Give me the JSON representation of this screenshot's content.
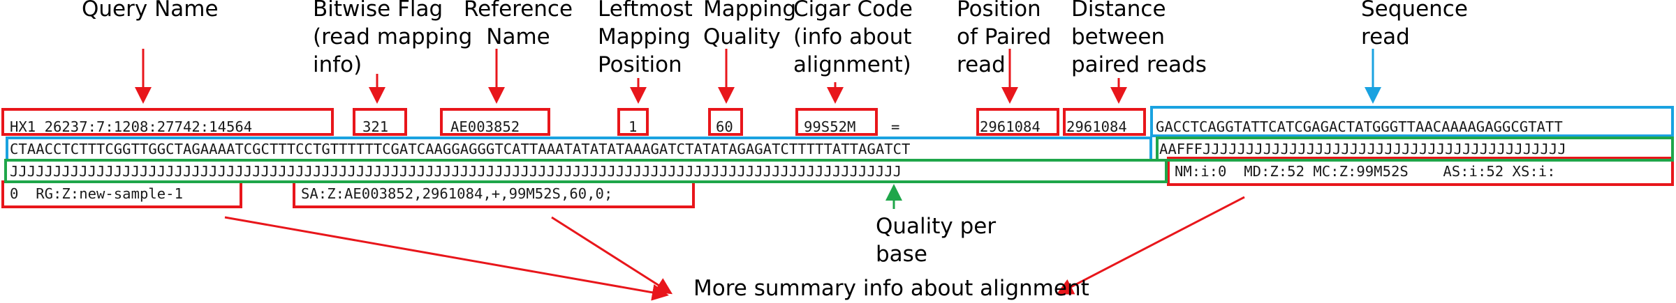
{
  "labels": {
    "query_name": [
      "Query Name"
    ],
    "bitwise_flag": [
      "Bitwise Flag",
      "(read mapping",
      " info)"
    ],
    "reference_name": [
      "Reference",
      "Name"
    ],
    "leftmost_position": [
      "Leftmost",
      "Mapping",
      "Position"
    ],
    "mapping_quality": [
      "Mapping",
      "Quality"
    ],
    "cigar_code": [
      "Cigar Code",
      "(info about",
      "alignment)"
    ],
    "position_paired": [
      "Position",
      "of Paired",
      "read"
    ],
    "distance_paired": [
      "Distance",
      "between",
      "paired reads"
    ],
    "sequence_read": [
      "Sequence",
      "read"
    ],
    "quality_per_base": [
      "Quality per",
      "base"
    ],
    "summary_info": "More summary info about alignment"
  },
  "record": {
    "line1": {
      "query_name": "HX1_26237:7:1208:27742:14564",
      "flag": "321",
      "reference": "AE003852",
      "position": "1",
      "mapq": "60",
      "cigar": "99S52M",
      "rnext": "=",
      "pnext": "2961084",
      "tlen": "2961084",
      "seq_start": "GACCTCAGGTATTCATCGAGACTATGGGTTAACAAAAGAGGCGTATT"
    },
    "line2": {
      "seq_cont": "CTAACCTCTTTCGGTTGGCTAGAAAATCGCTTTCCTGTTTTTTCGATCAAGGAGGGTCATTAAATATATATAAAGATCTATATAGAGATCTTTTTATTAGATCT",
      "qual_start": "AAFFFJJJJJJJJJJJJJJJJJJJJJJJJJJJJJJJJJJJJJJJJJJ"
    },
    "line3": {
      "qual_cont": "JJJJJJJJJJJJJJJJJJJJJJJJJJJJJJJJJJJJJJJJJJJJJJJJJJJJJJJJJJJJJJJJJJJJJJJJJJJJJJJJJJJJJJJJJJJJJJJJJJJJJJJ",
      "tags": "NM:i:0  MD:Z:52 MC:Z:99M52S    AS:i:52 XS:i:"
    },
    "line4": {
      "tags_cont": "0  RG:Z:new-sample-1",
      "sa_tag": "SA:Z:AE003852,2961084,+,99M52S,60,0;"
    }
  },
  "colors": {
    "red": "#e8161b",
    "blue": "#1aa2e0",
    "green": "#1fa64a"
  }
}
